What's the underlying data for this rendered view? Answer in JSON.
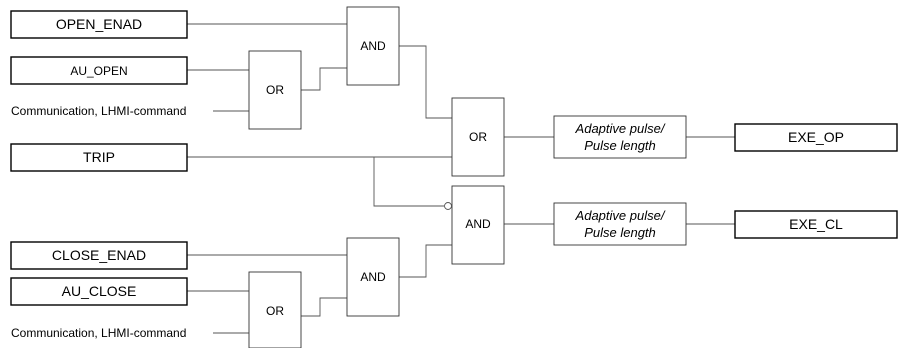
{
  "inputs": {
    "open_enad": "OPEN_ENAD",
    "au_open": "AU_OPEN",
    "comm_open": "Communication, LHMI-command",
    "trip": "TRIP",
    "close_enad": "CLOSE_ENAD",
    "au_close": "AU_CLOSE",
    "comm_close": "Communication, LHMI-command"
  },
  "gates": {
    "and_open": "AND",
    "or_open_inputs": "OR",
    "or_trip": "OR",
    "and_close_trip": "AND",
    "and_close": "AND",
    "or_close_inputs": "OR"
  },
  "pulse_blocks": {
    "open": {
      "line1": "Adaptive pulse/",
      "line2": "Pulse length"
    },
    "close": {
      "line1": "Adaptive pulse/",
      "line2": "Pulse length"
    }
  },
  "outputs": {
    "exe_op": "EXE_OP",
    "exe_cl": "EXE_CL"
  }
}
